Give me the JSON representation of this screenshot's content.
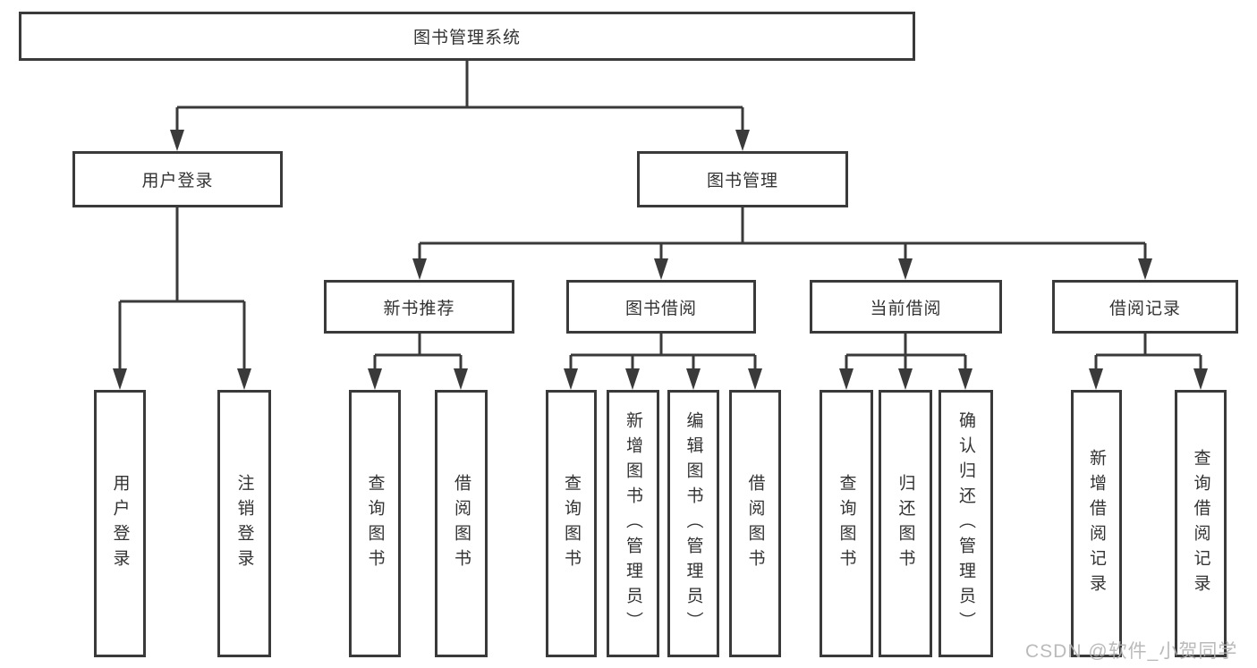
{
  "diagram_title": "图书管理系统",
  "tree": {
    "label": "图书管理系统",
    "children": [
      {
        "label": "用户登录",
        "children": [
          {
            "label": "用户登录"
          },
          {
            "label": "注销登录"
          }
        ]
      },
      {
        "label": "图书管理",
        "children": [
          {
            "label": "新书推荐",
            "children": [
              {
                "label": "查询图书"
              },
              {
                "label": "借阅图书"
              }
            ]
          },
          {
            "label": "图书借阅",
            "children": [
              {
                "label": "查询图书"
              },
              {
                "label": "新增图书（管理员）"
              },
              {
                "label": "编辑图书（管理员）"
              },
              {
                "label": "借阅图书"
              }
            ]
          },
          {
            "label": "当前借阅",
            "children": [
              {
                "label": "查询图书"
              },
              {
                "label": "归还图书"
              },
              {
                "label": "确认归还（管理员）"
              }
            ]
          },
          {
            "label": "借阅记录",
            "children": [
              {
                "label": "新增借阅记录"
              },
              {
                "label": "查询借阅记录"
              }
            ]
          }
        ]
      }
    ]
  },
  "watermark": "CSDN @软件_小贺同学",
  "colors": {
    "line": "#3a3a3a",
    "text": "#333333",
    "background": "#ffffff",
    "watermark": "#b2b2b2"
  }
}
